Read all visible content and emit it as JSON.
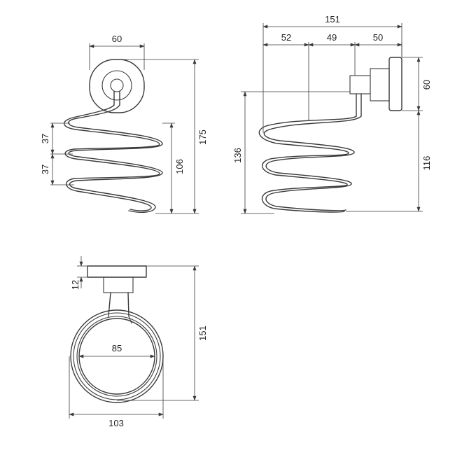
{
  "dimensions": {
    "front_width": "60",
    "front_pitch_1": "37",
    "front_pitch_2": "37",
    "front_spiral_height": "106",
    "front_total_height": "175",
    "side_total_length": "151",
    "side_segment_1": "52",
    "side_segment_2": "49",
    "side_segment_3": "50",
    "side_plate_height": "60",
    "side_height_left": "136",
    "side_height_right": "116",
    "top_plate_depth": "12",
    "top_inner_diameter": "85",
    "top_outer_diameter": "103",
    "top_total_depth": "151"
  },
  "colors": {
    "line": "#3a3a3a",
    "background": "#ffffff"
  }
}
